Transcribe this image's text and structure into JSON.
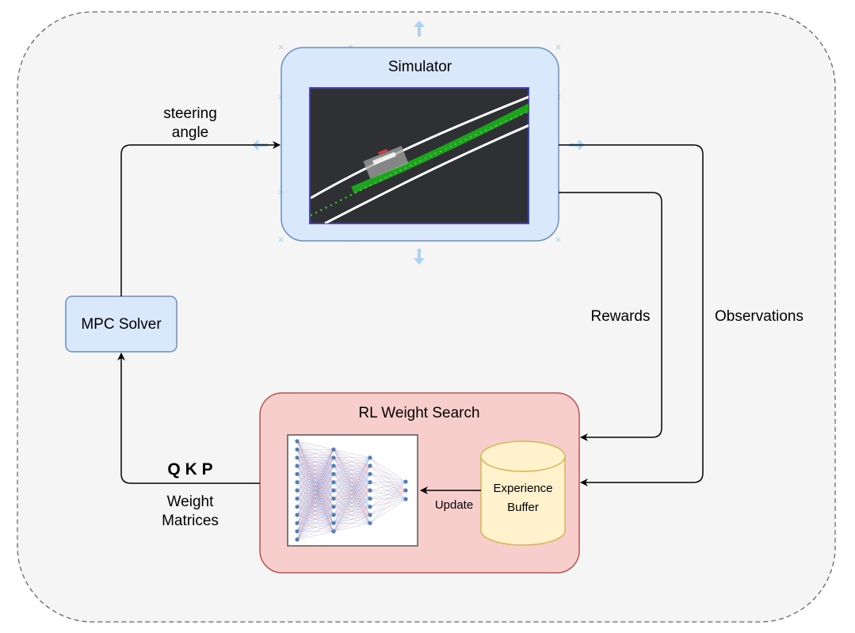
{
  "nodes": {
    "simulator": {
      "title": "Simulator"
    },
    "mpc_solver": {
      "label": "MPC Solver"
    },
    "rl_weight_search": {
      "title": "RL Weight Search"
    },
    "experience_buffer": {
      "line1": "Experience",
      "line2": "Buffer"
    }
  },
  "edges": {
    "steering": {
      "line1": "steering",
      "line2": "angle"
    },
    "rewards": {
      "label": "Rewards"
    },
    "observations": {
      "label": "Observations"
    },
    "update": {
      "label": "Update"
    },
    "weights": {
      "symbols": "Q K P",
      "line1": "Weight",
      "line2": "Matrices"
    }
  },
  "colors": {
    "outer_bg": "#f5f5f5",
    "outer_border": "#666666",
    "simulator_fill": "#dae8fc",
    "simulator_border": "#6c8ebf",
    "rl_fill": "#f8cecc",
    "rl_border": "#b85450",
    "buffer_fill": "#fff2cc",
    "buffer_border": "#d6b656",
    "sim_screen_bg": "#2e3033",
    "nn_node": "#4f7fb5"
  },
  "network": {
    "layer_sizes": [
      13,
      11,
      9,
      3
    ]
  }
}
